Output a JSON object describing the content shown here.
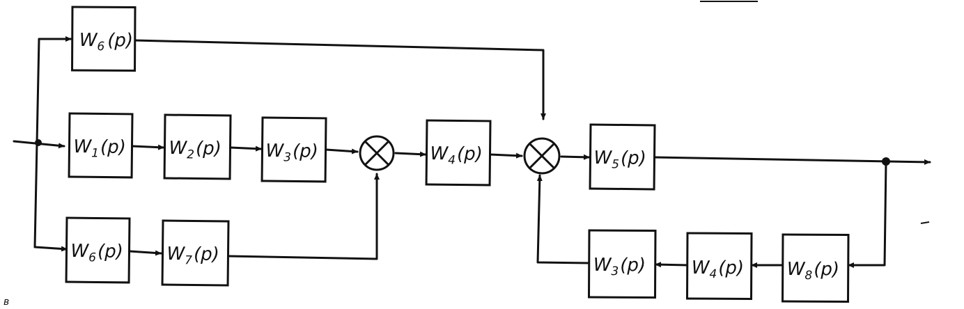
{
  "blocks": [
    {
      "id": "w6-top",
      "symbol": "W",
      "sub": "6",
      "arg": "(p)"
    },
    {
      "id": "w1",
      "symbol": "W",
      "sub": "1",
      "arg": "(p)"
    },
    {
      "id": "w2",
      "symbol": "W",
      "sub": "2",
      "arg": "(p)"
    },
    {
      "id": "w3",
      "symbol": "W",
      "sub": "3",
      "arg": "(p)"
    },
    {
      "id": "w4",
      "symbol": "W",
      "sub": "4",
      "arg": "(p)"
    },
    {
      "id": "w5",
      "symbol": "W",
      "sub": "5",
      "arg": "(p)"
    },
    {
      "id": "w6-bottom",
      "symbol": "W",
      "sub": "6",
      "arg": "(p)"
    },
    {
      "id": "w7",
      "symbol": "W",
      "sub": "7",
      "arg": "(p)"
    },
    {
      "id": "w3-feedback",
      "symbol": "W",
      "sub": "3",
      "arg": "(p)"
    },
    {
      "id": "w4-feedback",
      "symbol": "W",
      "sub": "4",
      "arg": "(p)"
    },
    {
      "id": "w8",
      "symbol": "W",
      "sub": "8",
      "arg": "(p)"
    }
  ],
  "figure_label": "в"
}
